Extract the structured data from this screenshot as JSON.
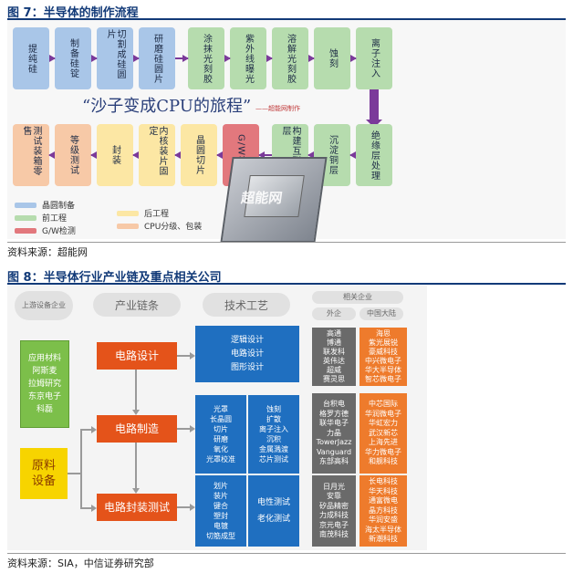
{
  "figure7": {
    "title": "图 7：半导体的制作流程",
    "source": "资料来源：超能网",
    "slogan": "“沙子变成CPU的旅程”",
    "slogan_sub": "——超能网制作",
    "watermark": "超能网",
    "top_row": [
      "提纯硅",
      "制备硅锭",
      "切割成硅圆片",
      "研磨硅圆片",
      "涂抹光刻胶",
      "紫外线曝光",
      "溶解光刻胶",
      "蚀刻",
      "离子注入"
    ],
    "bottom_row": [
      "测试装箱零售",
      "等级测试",
      "封装",
      "内核装片固定",
      "晶圆切片",
      "G/W检测",
      "构建互联铜层",
      "沉淀铜层",
      "绝缘层处理"
    ],
    "legend": [
      "晶圆制备",
      "前工程",
      "G/W检测",
      "后工程",
      "CPU分级、包装"
    ],
    "colors": {
      "wafer": "#a9c6e8",
      "front": "#b6dcae",
      "gw": "#e2787d",
      "back": "#fce7a4",
      "cpu": "#f7c9a7",
      "arrow": "#7b3a9a"
    }
  },
  "figure8": {
    "title": "图 8：半导体行业产业链及重点相关公司",
    "source": "资料来源：SIA，中信证券研究部",
    "headers": {
      "upstream": "上游设备企业",
      "chain": "产业链条",
      "tech": "技术工艺",
      "related": "相关企业",
      "foreign": "外企",
      "china": "中国大陆"
    },
    "upstream_companies": [
      "应用材料",
      "阿斯麦",
      "拉姆研究",
      "东京电子",
      "科磊"
    ],
    "raw_material": "原料设备",
    "stages": [
      {
        "name": "电路设计",
        "tech_left": [
          "逻辑设计",
          "电路设计",
          "图形设计"
        ],
        "tech_right": [],
        "foreign": [
          "高通",
          "博通",
          "联发科",
          "英伟达",
          "超威",
          "赛灵思"
        ],
        "china": [
          "海思",
          "紫光展锐",
          "豪威科技",
          "中兴微电子",
          "华大半导体",
          "智芯微电子"
        ]
      },
      {
        "name": "电路制造",
        "tech_left": [
          "光罩",
          "长晶圆",
          "切片",
          "研磨",
          "氧化",
          "光罩校准"
        ],
        "tech_right": [
          "蚀刻",
          "扩散",
          "离子注入",
          "沉积",
          "金属溅渡",
          "芯片测试"
        ],
        "foreign": [
          "台积电",
          "格罗方德",
          "联华电子",
          "力晶",
          "TowerJazz",
          "Vanguard",
          "东部高科"
        ],
        "china": [
          "中芯国际",
          "华润微电子",
          "华虹宏力",
          "武汉新芯",
          "上海先进",
          "华力微电子",
          "和舰科技"
        ]
      },
      {
        "name": "电路封装测试",
        "tech_left": [
          "划片",
          "装片",
          "键合",
          "塑封",
          "电镀",
          "切筋成型"
        ],
        "tech_right": [
          "电性测试",
          "老化测试"
        ],
        "foreign": [
          "日月光",
          "安靠",
          "矽品精密",
          "力成科技",
          "京元电子",
          "南茂科技"
        ],
        "china": [
          "长电科技",
          "华天科技",
          "通富微电",
          "晶方科技",
          "华润安盛",
          "海太半导体",
          "新潮科技"
        ]
      }
    ],
    "colors": {
      "green": "#7cbf4a",
      "yellow": "#f7d400",
      "orange": "#e4531a",
      "blue": "#1f6fc0",
      "gray": "#6a6a6a",
      "light_orange": "#ee7b2c"
    }
  }
}
